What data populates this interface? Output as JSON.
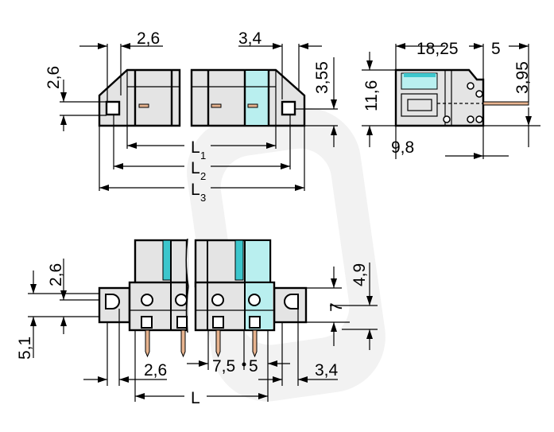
{
  "colors": {
    "housing": "#e4e4e4",
    "highlight": "#b9efef",
    "lever": "#3cc6cc",
    "pin": "#e8b48f",
    "watermark": "#f1f1f1"
  },
  "top_view": {
    "dim_left_offset": "2,6",
    "dim_right_offset": "3,4",
    "dim_height_left": "2,6",
    "dim_height_right": "3,55",
    "L1": "L",
    "L1_sub": "1",
    "L2": "L",
    "L2_sub": "2",
    "L3": "L",
    "L3_sub": "3"
  },
  "side_view": {
    "dim_length": "18,25",
    "dim_pin": "5",
    "dim_pin_height": "3,95",
    "dim_height": "11,6",
    "dim_depth": "9,8"
  },
  "bottom_view": {
    "dim_top_offset": "2,6",
    "dim_flange": "5,1",
    "dim_right_height": "4,9",
    "dim_right_7": "7",
    "dim_left_pitch": "2,6",
    "dim_pitch": "7,5",
    "dim_pitch_5": "5",
    "dim_right_offset": "3,4",
    "L": "L"
  }
}
